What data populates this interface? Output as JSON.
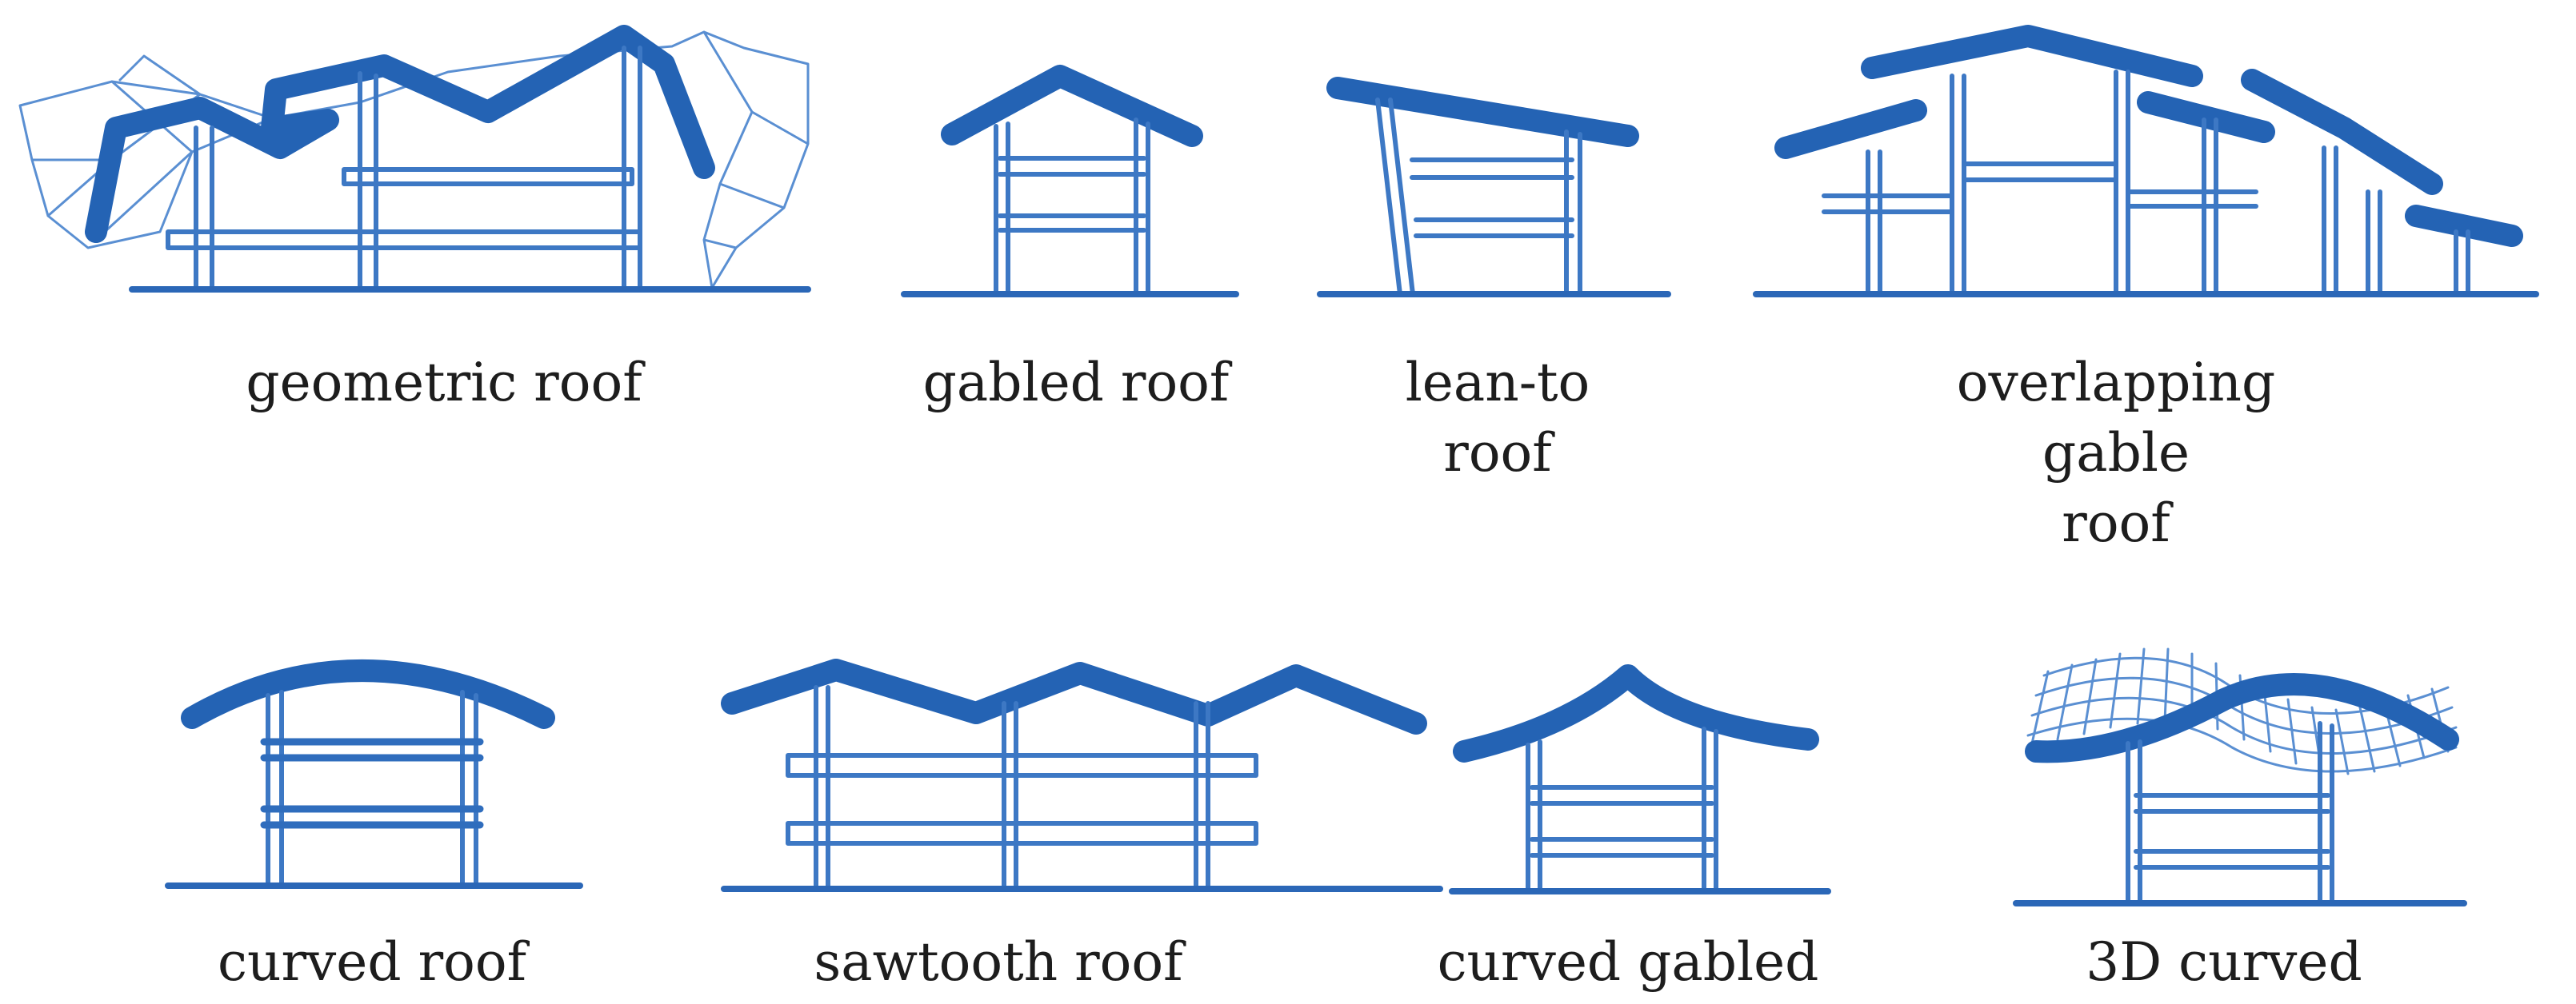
{
  "labels": {
    "geometric": "geometric roof",
    "gabled": "gabled roof",
    "lean_to": "lean-to\nroof",
    "overlapping": "overlapping gable\nroof",
    "curved": "curved roof",
    "sawtooth": "sawtooth roof",
    "curved_gabled": "curved gabled",
    "curved_3d": "3D curved"
  },
  "colors": {
    "sketch": "#2463b4",
    "text": "#1d1d1d"
  }
}
